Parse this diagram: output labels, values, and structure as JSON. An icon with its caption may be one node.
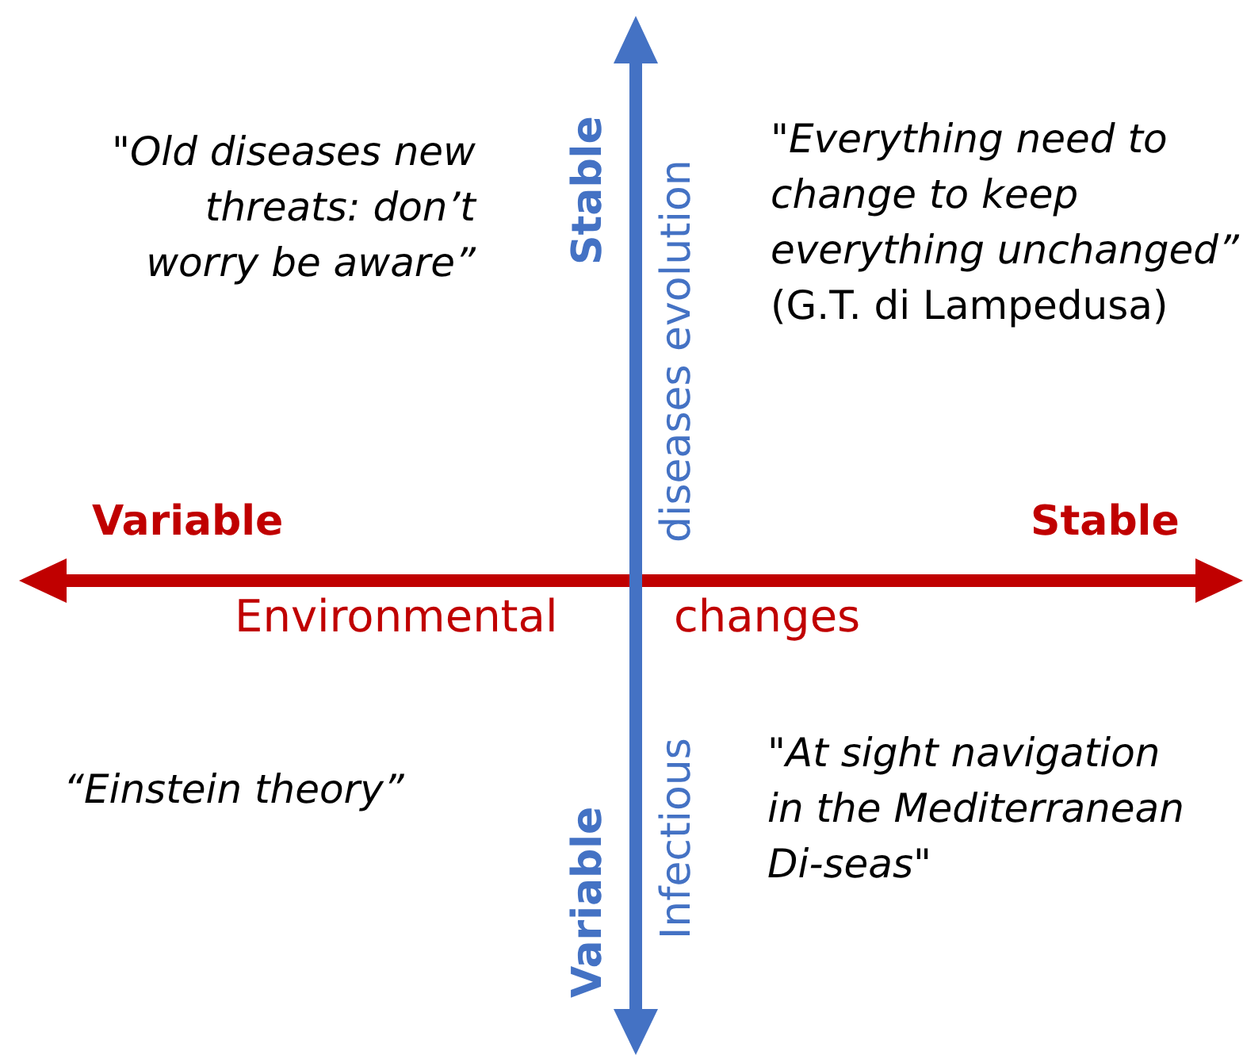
{
  "diagram": {
    "labels": [
      "\"Old diseases new threats: don’t worry be aware”",
      "Stable",
      "diseases evolution",
      "*\"Everything need to change to keep everything unchanged”* (G.T. di Lampedusa)",
      "Variable",
      "Stable",
      "Environmental",
      "changes",
      "“Einstein theory”",
      "Variable",
      "Infectious",
      "\"At sight navigation in the Mediterranean Di-seas\""
    ]
  }
}
